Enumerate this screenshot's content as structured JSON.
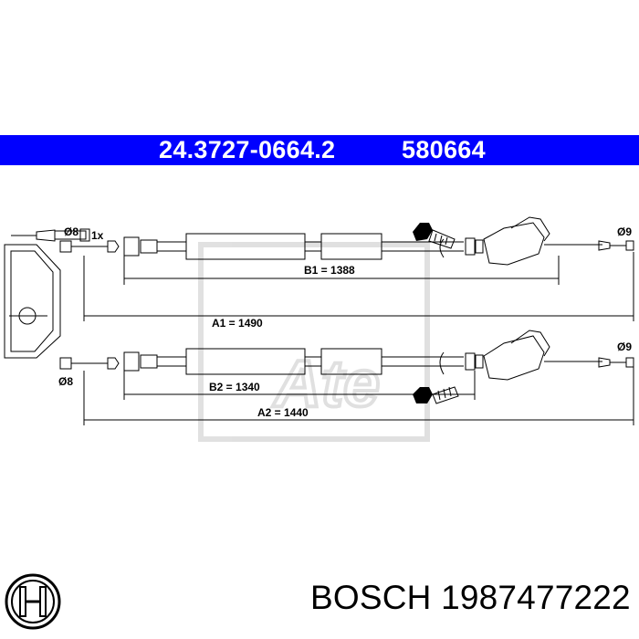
{
  "banner": {
    "part_number": "24.3727-0664.2",
    "ref_number": "580664",
    "color": "#0000ff"
  },
  "drawing": {
    "accessory_qty": "1x",
    "upper_cable": {
      "end_left_diameter": "Ø8",
      "end_right_diameter": "Ø9",
      "dimension_b": "B1 = 1388",
      "dimension_a": "A1 = 1490"
    },
    "lower_cable": {
      "end_left_diameter": "Ø8",
      "end_right_diameter": "Ø9",
      "dimension_b": "B2 = 1340",
      "dimension_a": "A2 = 1440"
    },
    "watermark": "Ate"
  },
  "footer": {
    "brand": "BOSCH",
    "number": "1987477222",
    "logo_icon": "bosch-armature-logo-icon"
  }
}
